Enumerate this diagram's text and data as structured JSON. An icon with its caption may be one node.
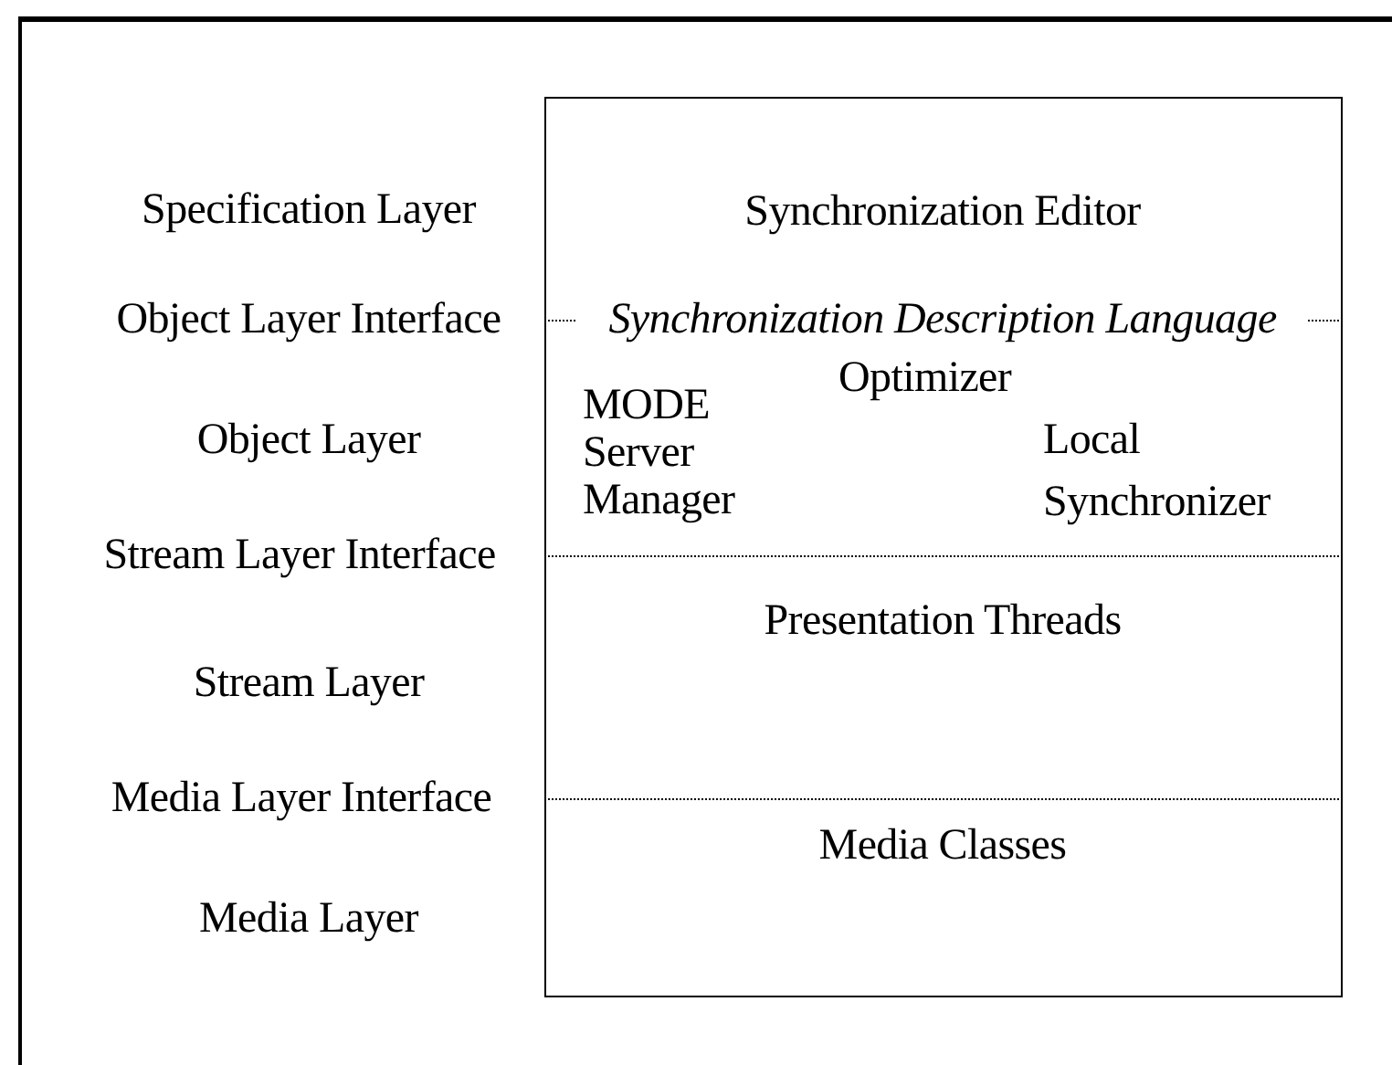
{
  "diagram": {
    "nodes": [
      {
        "text": [],
        "shape": "box"
      },
      {
        "text": [
          "Synchronization Editor"
        ],
        "in": 0
      },
      {
        "text": [
          "MODE Server Manager",
          "Optimizer",
          "Local Synchronizer"
        ],
        "in": 0
      },
      {
        "text": [
          "Presentation Threads"
        ],
        "in": 0
      },
      {
        "text": [
          "Media Classes"
        ],
        "in": 0
      }
    ],
    "labels": [
      "Specification Layer",
      "Object Layer Interface",
      "Synchronization Description Language",
      "Object Layer",
      "Stream Layer Interface",
      "Stream Layer",
      "Media Layer Interface",
      "Media Layer"
    ]
  }
}
